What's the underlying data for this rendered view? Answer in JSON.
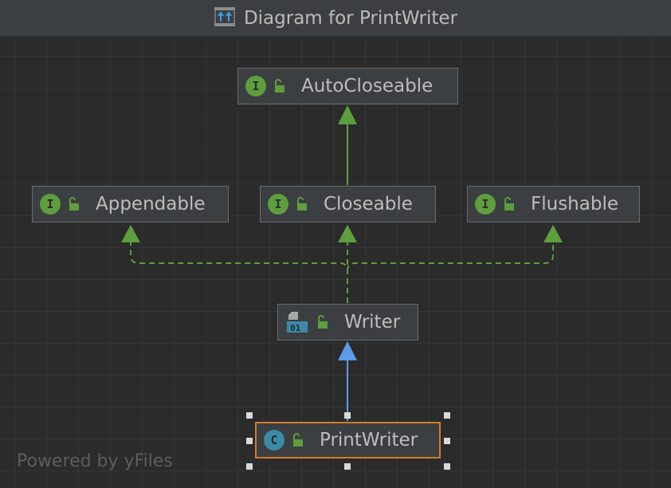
{
  "window": {
    "title": "Diagram for PrintWriter",
    "icon": "hierarchy-diagram-icon"
  },
  "nodes": {
    "autocloseable": {
      "label": "AutoCloseable",
      "kind": "interface",
      "badge": "I",
      "visibility": "public"
    },
    "appendable": {
      "label": "Appendable",
      "kind": "interface",
      "badge": "I",
      "visibility": "public"
    },
    "closeable": {
      "label": "Closeable",
      "kind": "interface",
      "badge": "I",
      "visibility": "public"
    },
    "flushable": {
      "label": "Flushable",
      "kind": "interface",
      "badge": "I",
      "visibility": "public"
    },
    "writer": {
      "label": "Writer",
      "kind": "abstract-class",
      "badge_text": "01",
      "visibility": "public"
    },
    "printwriter": {
      "label": "PrintWriter",
      "kind": "class",
      "badge": "C",
      "visibility": "public",
      "selected": true
    }
  },
  "edges": [
    {
      "from": "Closeable",
      "to": "AutoCloseable",
      "type": "extends",
      "style": "solid",
      "color": "#5e9e3e"
    },
    {
      "from": "Writer",
      "to": "Appendable",
      "type": "implements",
      "style": "dashed",
      "color": "#5e9e3e"
    },
    {
      "from": "Writer",
      "to": "Closeable",
      "type": "implements",
      "style": "dashed",
      "color": "#5e9e3e"
    },
    {
      "from": "Writer",
      "to": "Flushable",
      "type": "implements",
      "style": "dashed",
      "color": "#5e9e3e"
    },
    {
      "from": "PrintWriter",
      "to": "Writer",
      "type": "extends",
      "style": "solid",
      "color": "#5b9bea"
    }
  ],
  "colors": {
    "background": "#2b2b2b",
    "interface_badge": "#5e9e3e",
    "class_badge": "#3d8aa8",
    "implements_edge": "#5e9e3e",
    "extends_class_edge": "#5b9bea",
    "selection_border": "#d07c2e"
  },
  "footer": {
    "text": "Powered by yFiles"
  }
}
